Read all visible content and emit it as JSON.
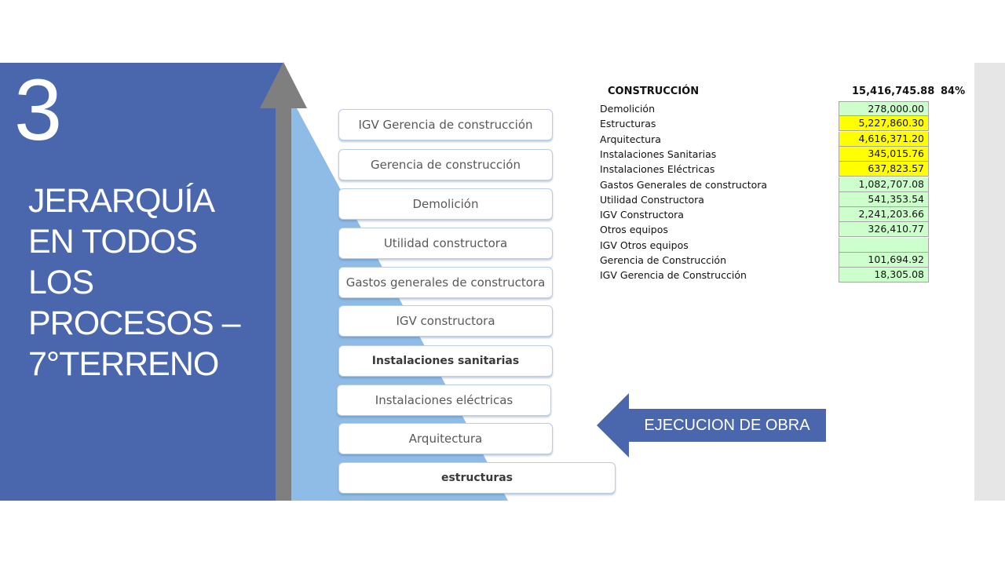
{
  "slide": {
    "number": "3",
    "title_lines": [
      "JERARQUÍA",
      "EN TODOS",
      "LOS",
      "PROCESOS –",
      "7°TERRENO"
    ]
  },
  "steps": [
    {
      "label": "IGV Gerencia de construcción",
      "bold": false
    },
    {
      "label": "Gerencia de construcción",
      "bold": false
    },
    {
      "label": "Demolición",
      "bold": false
    },
    {
      "label": "Utilidad constructora",
      "bold": false
    },
    {
      "label": "Gastos generales de constructora",
      "bold": false
    },
    {
      "label": "IGV constructora",
      "bold": false
    },
    {
      "label": "Instalaciones sanitarias",
      "bold": true
    },
    {
      "label": "Instalaciones eléctricas",
      "bold": false
    },
    {
      "label": "Arquitectura",
      "bold": false
    },
    {
      "label": "estructuras",
      "bold": true
    }
  ],
  "table": {
    "title": "CONSTRUCCIÓN",
    "total": "15,416,745.88",
    "percent": "84%",
    "rows": [
      {
        "label": "Demolición",
        "value": "278,000.00",
        "fill": "#ccffcc"
      },
      {
        "label": "Estructuras",
        "value": "5,227,860.30",
        "fill": "#ffff00"
      },
      {
        "label": "Arquitectura",
        "value": "4,616,371.20",
        "fill": "#ffff00"
      },
      {
        "label": "Instalaciones Sanitarias",
        "value": "345,015.76",
        "fill": "#ffff00"
      },
      {
        "label": "Instalaciones Eléctricas",
        "value": "637,823.57",
        "fill": "#ffff00"
      },
      {
        "label": "Gastos Generales de constructora",
        "value": "1,082,707.08",
        "fill": "#ccffcc"
      },
      {
        "label": "Utilidad Constructora",
        "value": "541,353.54",
        "fill": "#ccffcc"
      },
      {
        "label": "IGV Constructora",
        "value": "2,241,203.66",
        "fill": "#ccffcc"
      },
      {
        "label": "Otros equipos",
        "value": "326,410.77",
        "fill": "#ccffcc"
      },
      {
        "label": "IGV Otros equipos",
        "value": "",
        "fill": "#ccffcc"
      },
      {
        "label": "Gerencia de Construcción",
        "value": "101,694.92",
        "fill": "#ccffcc"
      },
      {
        "label": "IGV Gerencia de Construcción",
        "value": "18,305.08",
        "fill": "#ccffcc"
      }
    ]
  },
  "callout": {
    "label": "EJECUCION DE OBRA"
  },
  "colors": {
    "panel_blue": "#4a66ad",
    "wedge_blue": "#8fbce6",
    "arrow_gray": "#7f7f7f",
    "cell_green": "#ccffcc",
    "cell_yellow": "#ffff00"
  }
}
